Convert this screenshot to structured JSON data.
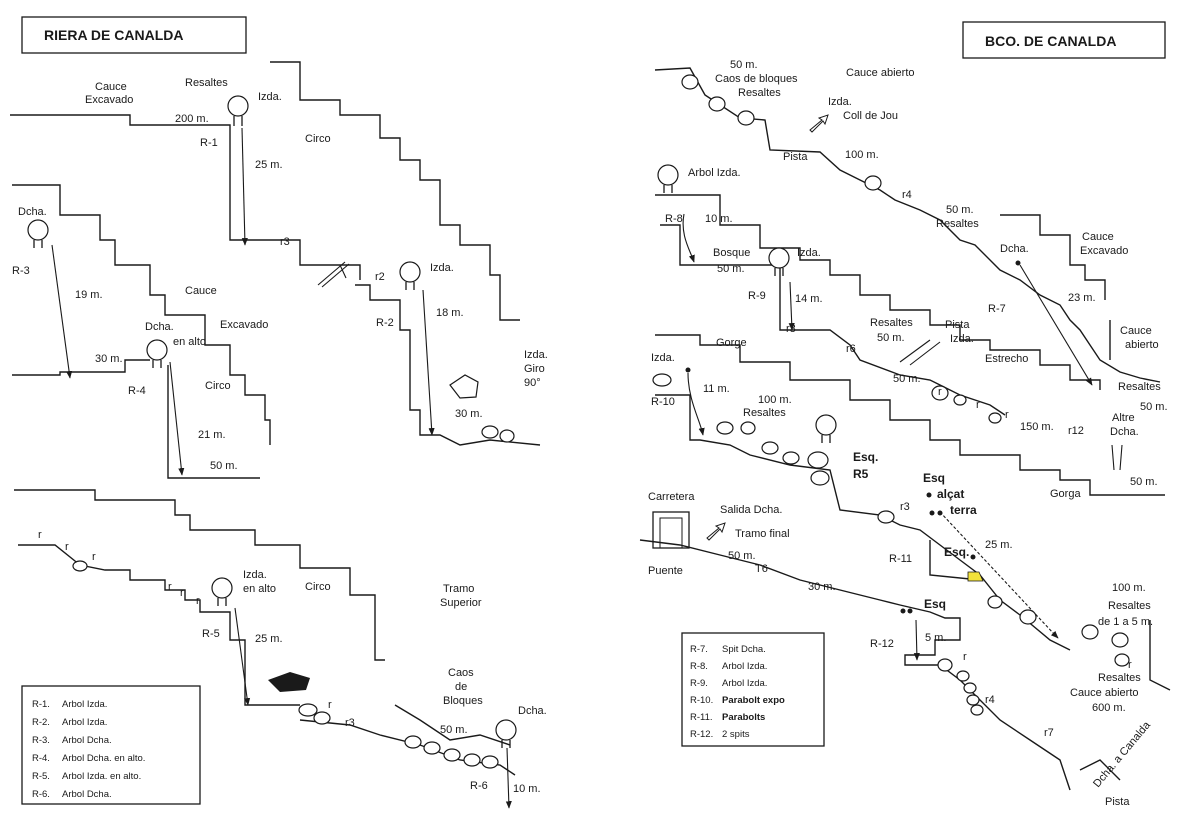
{
  "left": {
    "title": "RIERA DE CANALDA",
    "labels": {
      "cauce_excavado_1a": "Cauce",
      "cauce_excavado_1b": "Excavado",
      "resaltes": "Resaltes",
      "izda_r1": "Izda.",
      "len_200": "200 m.",
      "r1": "R-1",
      "len_25a": "25 m.",
      "circo_1": "Circo",
      "r3_small": "r3",
      "dcha_r3": "Dcha.",
      "r3_big": "R-3",
      "len_19": "19 m.",
      "cauce_2a": "Cauce",
      "cauce_2b": "Excavado",
      "dcha_r4a": "Dcha.",
      "dcha_r4b": "en alto",
      "len_30a": "30 m.",
      "r4": "R-4",
      "circo_2": "Circo",
      "len_21": "21 m.",
      "len_50a": "50 m.",
      "r2_small": "r2",
      "r2_big": "R-2",
      "izda_r2": "Izda.",
      "len_18": "18 m.",
      "izda_giro_a": "Izda.",
      "izda_giro_b": "Giro",
      "izda_giro_c": "90°",
      "len_30b": "30 m.",
      "r_a": "r",
      "r_b": "r",
      "r_c": "r",
      "r_d": "r",
      "r_e": "r",
      "r_f": "r",
      "r_g": "r",
      "izda_r5a": "Izda.",
      "izda_r5b": "en alto",
      "circo_3": "Circo",
      "tramo_a": "Tramo",
      "tramo_b": "Superior",
      "r5": "R-5",
      "len_25b": "25 m.",
      "r3_low": "r3",
      "caos_a": "Caos",
      "caos_b": "de",
      "caos_c": "Bloques",
      "len_50b": "50 m.",
      "dcha_r6": "Dcha.",
      "r6": "R-6",
      "len_10": "10 m."
    },
    "legend": [
      {
        "code": "R-1.",
        "text": "Arbol Izda."
      },
      {
        "code": "R-2.",
        "text": "Arbol Izda."
      },
      {
        "code": "R-3.",
        "text": "Arbol Dcha."
      },
      {
        "code": "R-4.",
        "text": "Arbol Dcha. en alto."
      },
      {
        "code": "R-5.",
        "text": "Arbol Izda. en alto."
      },
      {
        "code": "R-6.",
        "text": "Arbol Dcha."
      }
    ]
  },
  "right": {
    "title": "BCO. DE CANALDA",
    "labels": {
      "len_50a": "50 m.",
      "caos_a": "Caos de bloques",
      "caos_b": "Resaltes",
      "cauce_abierto_1": "Cauce abierto",
      "izda_coll_a": "Izda.",
      "izda_coll_b": "Coll de Jou",
      "pista_1": "Pista",
      "len_100a": "100 m.",
      "arbol_izda": "Arbol Izda.",
      "r4_small": "r4",
      "len_50b": "50 m.",
      "resaltes_1": "Resaltes",
      "r8": "R-8",
      "len_10": "10 m.",
      "dcha_r7": "Dcha.",
      "cauce_exc_a": "Cauce",
      "cauce_exc_b": "Excavado",
      "bosque_a": "Bosque",
      "bosque_b": "50 m.",
      "izda_r9": "Izda.",
      "r9": "R-9",
      "len_14": "14 m.",
      "len_23": "23 m.",
      "r7": "R-7",
      "r3_small": "r3",
      "resaltes_2a": "Resaltes",
      "resaltes_2b": "50 m.",
      "pista_izda_a": "Pista",
      "pista_izda_b": "Izda.",
      "r6_small": "r6",
      "cauce_ab_a": "Cauce",
      "cauce_ab_b": "abierto",
      "izda_r10": "Izda.",
      "gorge_1": "Gorge",
      "estrecho": "Estrecho",
      "len_11": "11 m.",
      "len_50c": "50 m.",
      "resaltes_3": "Resaltes",
      "len_50d": "50 m.",
      "r10": "R-10",
      "len_100b": "100 m.",
      "resaltes_4": "Resaltes",
      "len_150": "150 m.",
      "r12_small": "r12",
      "altre_a": "Altre",
      "altre_b": "Dcha.",
      "esq_r5a": "Esq.",
      "esq_r5b": "R5",
      "esq_alcat_a": "Esq",
      "esq_alcat_b": "alçat",
      "esq_alcat_c": "terra",
      "gorga_2": "Gorga",
      "len_50e": "50 m.",
      "carretera": "Carretera",
      "salida_dcha": "Salida Dcha.",
      "tramo_final": "Tramo final",
      "r3_mid": "r3",
      "r11": "R-11",
      "esq_2": "Esq.",
      "len_25": "25 m.",
      "len_50f": "50 m.",
      "puente": "Puente",
      "t6": "T6",
      "len_30": "30 m.",
      "len_100c": "100 m.",
      "resaltes_5a": "Resaltes",
      "resaltes_5b": "de 1 a 5 m.",
      "esq_3": "Esq",
      "r12": "R-12",
      "len_5": "5 m.",
      "r4_low": "r4",
      "resaltes_6a": "Resaltes",
      "resaltes_6b": "Cauce abierto",
      "len_600": "600 m.",
      "r7_small": "r7",
      "dcha_canalda": "Dcha. a Canalda",
      "pista_2": "Pista",
      "r_a": "r",
      "r_b": "r",
      "r_c": "r",
      "r_d": "r",
      "r_e": "r"
    },
    "legend": [
      {
        "code": "R-7.",
        "text": "Spit Dcha."
      },
      {
        "code": "R-8.",
        "text": "Arbol Izda."
      },
      {
        "code": "R-9.",
        "text": "Arbol Izda."
      },
      {
        "code": "R-10.",
        "text": "Parabolt expo"
      },
      {
        "code": "R-11.",
        "text": "Parabolts"
      },
      {
        "code": "R-12.",
        "text": "2 spits"
      }
    ]
  },
  "colors": {
    "ink": "#1a1a1a",
    "highlight": "#f2e23a"
  }
}
